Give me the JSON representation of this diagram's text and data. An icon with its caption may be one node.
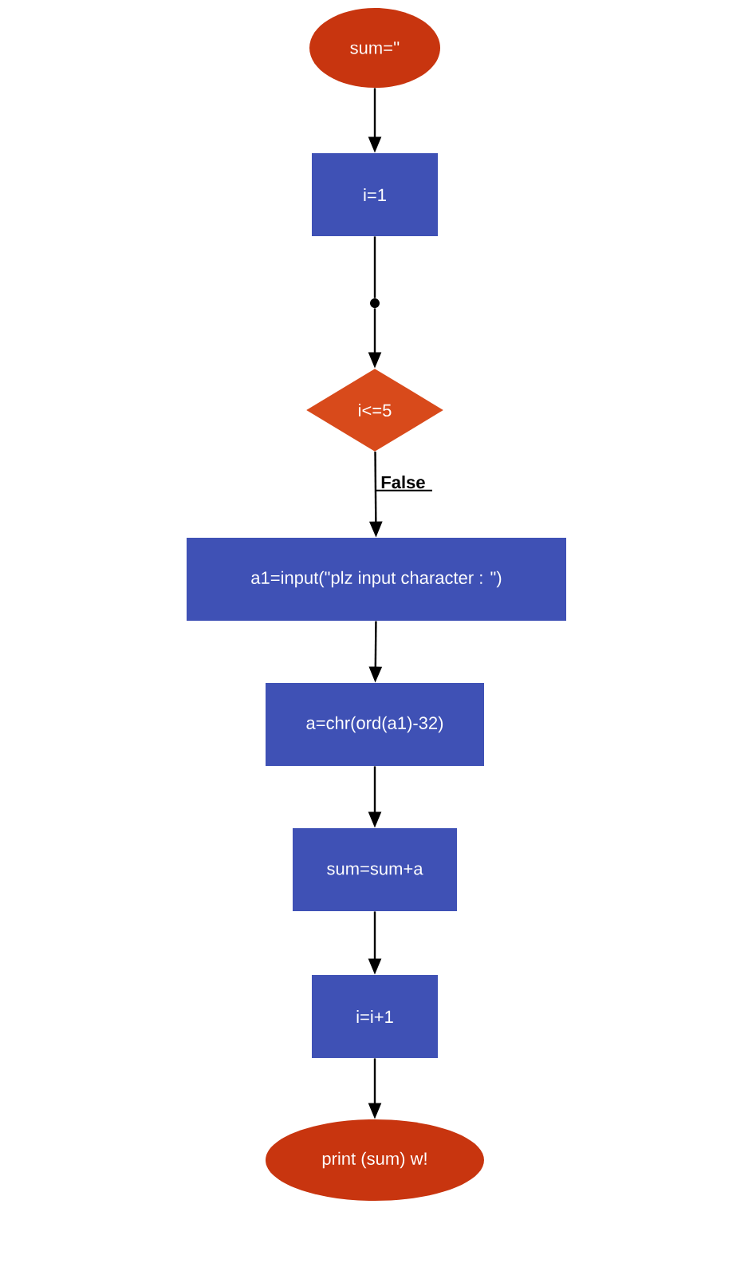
{
  "diagram": {
    "nodes": [
      {
        "text": [
          "sum=''"
        ]
      },
      {
        "text": [
          "i=1"
        ]
      },
      {
        "text": [],
        "shape": "circle"
      },
      {
        "text": [
          "i<=5"
        ]
      },
      {
        "text": [
          "a1=input(\"plz input character : \")"
        ]
      },
      {
        "text": [
          "a=chr(ord(a1)-32)"
        ]
      },
      {
        "text": [
          "sum=sum+a"
        ]
      },
      {
        "text": [
          "i=i+1"
        ]
      },
      {
        "text": [
          "print (sum) w!"
        ]
      }
    ],
    "edges": [
      {
        "from": 0,
        "to": 1,
        "arrow": "to"
      },
      {
        "from": 1,
        "to": 2,
        "arrow": "none"
      },
      {
        "from": 2,
        "to": 3,
        "arrow": "to"
      },
      {
        "from": 3,
        "to": 4,
        "arrow": "to",
        "label": "False"
      },
      {
        "from": 4,
        "to": 5,
        "arrow": "to"
      },
      {
        "from": 5,
        "to": 6,
        "arrow": "to"
      },
      {
        "from": 6,
        "to": 7,
        "arrow": "to"
      },
      {
        "from": 7,
        "to": 8,
        "arrow": "to"
      }
    ]
  }
}
